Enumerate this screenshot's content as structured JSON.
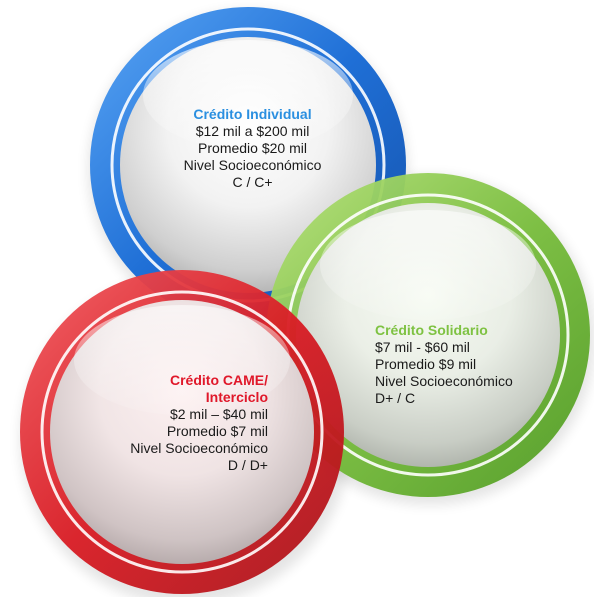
{
  "circles": {
    "individual": {
      "color": "#2a7be0",
      "title": "Crédito Individual",
      "title_color": "#2a8fe0",
      "lines": [
        "$12 mil a $200 mil",
        "Promedio $20 mil",
        "Nivel Socioeconómico",
        "C / C+"
      ]
    },
    "solidario": {
      "color": "#7bc143",
      "title": "Crédito Solidario",
      "title_color": "#7ec242",
      "lines": [
        "$7 mil - $60 mil",
        "Promedio $9 mil",
        "Nivel Socioeconómico",
        "D+ / C"
      ]
    },
    "came": {
      "color": "#e0242b",
      "title_lines": [
        "Crédito CAME/",
        "Interciclo"
      ],
      "title_color": "#e0182a",
      "lines": [
        "$2 mil – $40 mil",
        "Promedio $7 mil",
        "Nivel Socioeconómico",
        "D / D+"
      ]
    }
  }
}
